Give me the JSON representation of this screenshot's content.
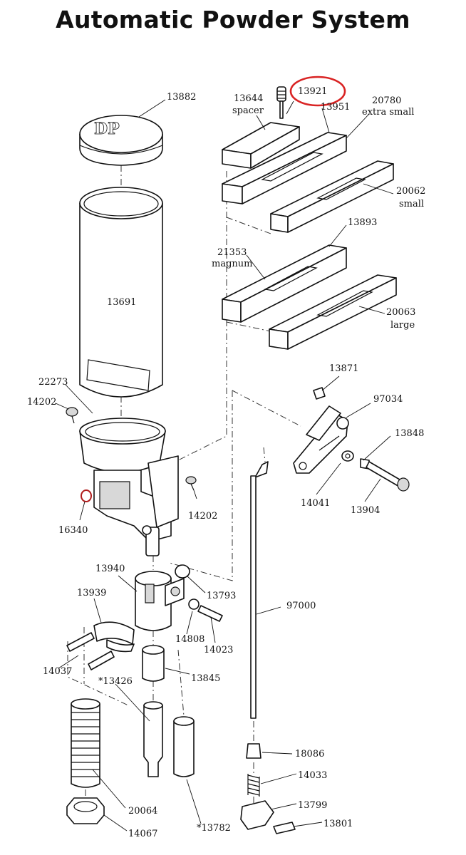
{
  "title": "Automatic Powder System",
  "highlight_color": "#d92323",
  "parts": [
    {
      "id": "p13882",
      "number": "13882",
      "desc": ""
    },
    {
      "id": "p13644",
      "number": "13644",
      "desc": "spacer"
    },
    {
      "id": "p13921",
      "number": "13921",
      "desc": "",
      "highlighted": true
    },
    {
      "id": "p13951",
      "number": "13951",
      "desc": ""
    },
    {
      "id": "p20780",
      "number": "20780",
      "desc": "extra small"
    },
    {
      "id": "p20062",
      "number": "20062",
      "desc": "small"
    },
    {
      "id": "p13893",
      "number": "13893",
      "desc": ""
    },
    {
      "id": "p21353",
      "number": "21353",
      "desc": "magnum"
    },
    {
      "id": "p20063",
      "number": "20063",
      "desc": "large"
    },
    {
      "id": "p13691",
      "number": "13691",
      "desc": ""
    },
    {
      "id": "p22273",
      "number": "22273",
      "desc": ""
    },
    {
      "id": "p14202a",
      "number": "14202",
      "desc": ""
    },
    {
      "id": "p14202b",
      "number": "14202",
      "desc": ""
    },
    {
      "id": "p16340",
      "number": "16340",
      "desc": ""
    },
    {
      "id": "p13871",
      "number": "13871",
      "desc": ""
    },
    {
      "id": "p97034",
      "number": "97034",
      "desc": ""
    },
    {
      "id": "p13848",
      "number": "13848",
      "desc": ""
    },
    {
      "id": "p14041",
      "number": "14041",
      "desc": ""
    },
    {
      "id": "p13904",
      "number": "13904",
      "desc": ""
    },
    {
      "id": "p13940",
      "number": "13940",
      "desc": ""
    },
    {
      "id": "p13793",
      "number": "13793",
      "desc": ""
    },
    {
      "id": "p13939",
      "number": "13939",
      "desc": ""
    },
    {
      "id": "p14808",
      "number": "14808",
      "desc": ""
    },
    {
      "id": "p14023",
      "number": "14023",
      "desc": ""
    },
    {
      "id": "p97000",
      "number": "97000",
      "desc": ""
    },
    {
      "id": "p14037",
      "number": "14037",
      "desc": ""
    },
    {
      "id": "p13426",
      "number": "*13426",
      "desc": ""
    },
    {
      "id": "p13845",
      "number": "13845",
      "desc": ""
    },
    {
      "id": "p18086",
      "number": "18086",
      "desc": ""
    },
    {
      "id": "p14033",
      "number": "14033",
      "desc": ""
    },
    {
      "id": "p20064",
      "number": "20064",
      "desc": ""
    },
    {
      "id": "p13799",
      "number": "13799",
      "desc": ""
    },
    {
      "id": "p14067",
      "number": "14067",
      "desc": ""
    },
    {
      "id": "p13782",
      "number": "*13782",
      "desc": ""
    },
    {
      "id": "p13801",
      "number": "13801",
      "desc": ""
    }
  ]
}
